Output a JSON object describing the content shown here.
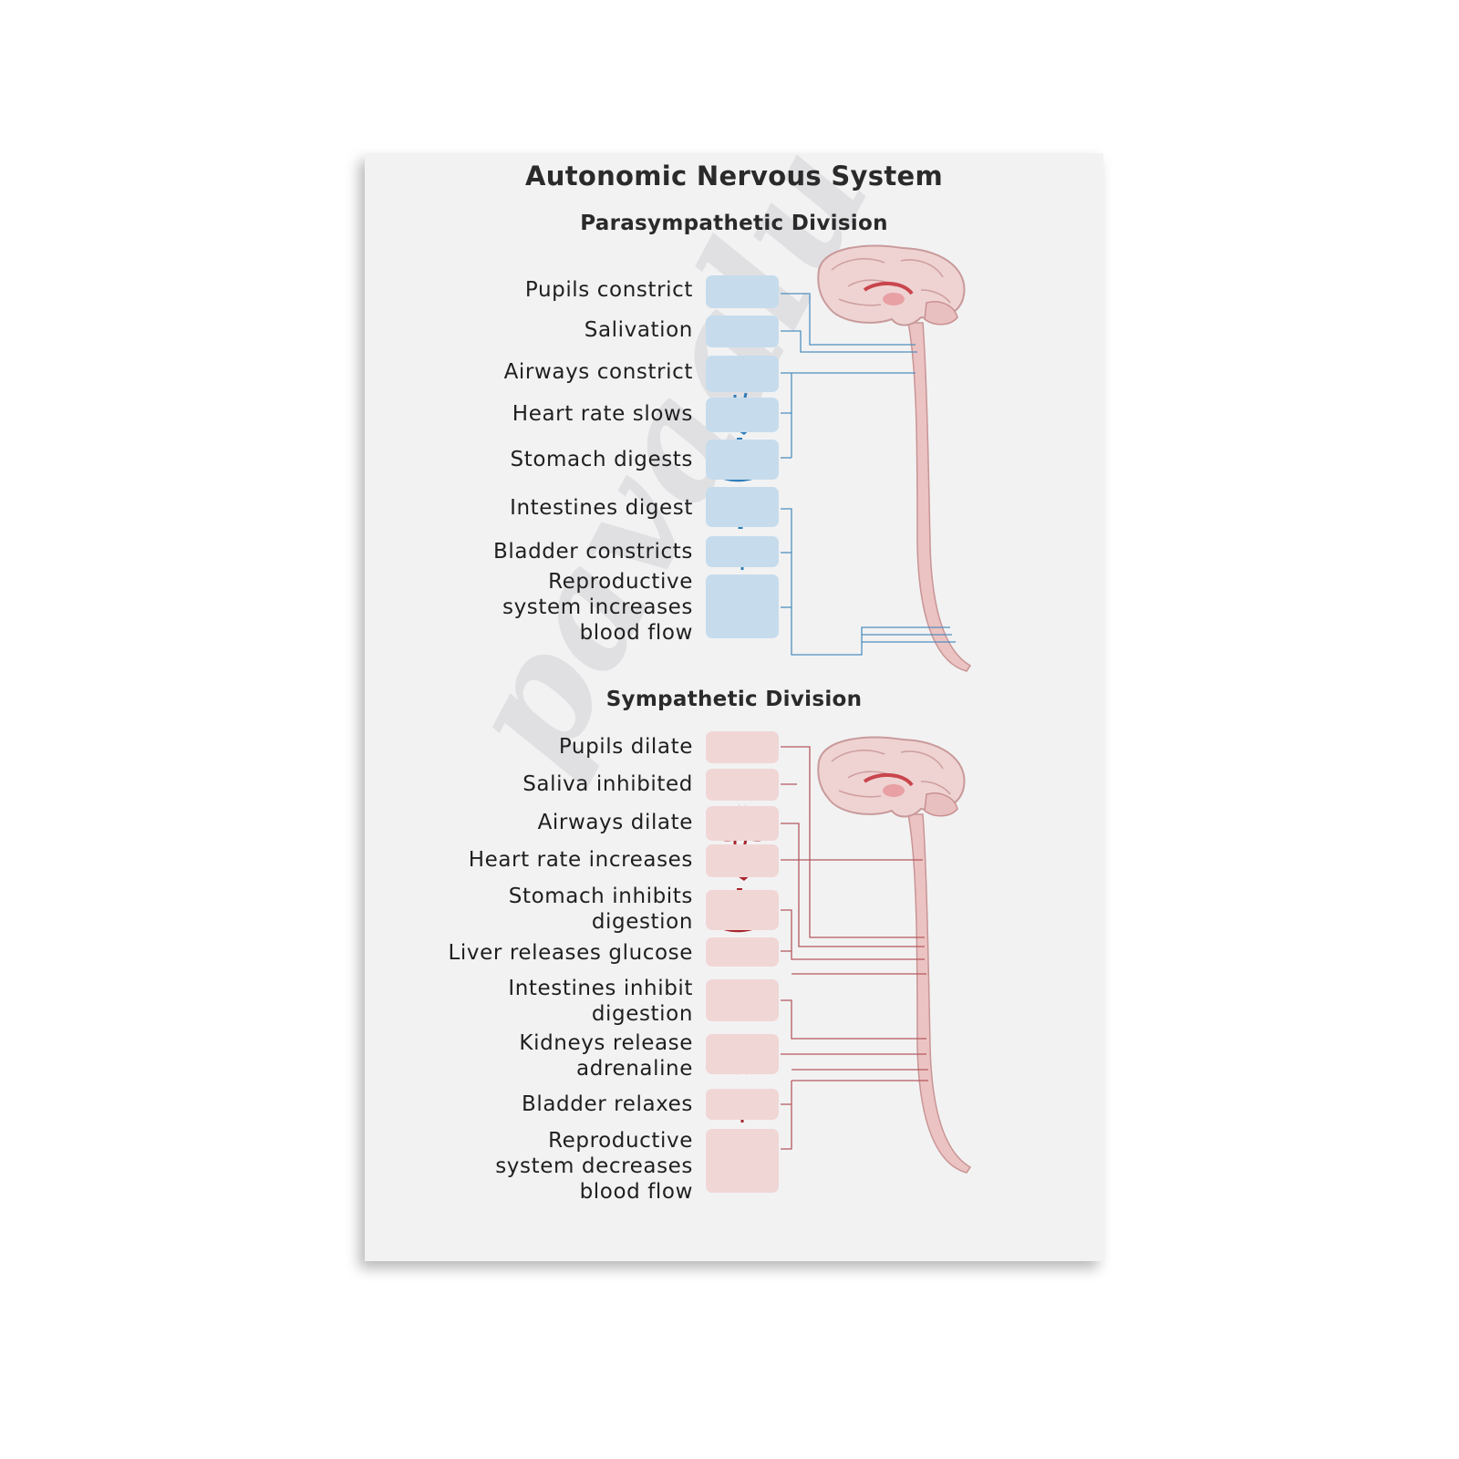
{
  "title": "Autonomic Nervous System",
  "divisions": [
    {
      "heading": "Parasympathetic Division",
      "color": "#2f7db8",
      "items": [
        {
          "label": "Pupils constrict",
          "icon": "eye-icon"
        },
        {
          "label": "Salivation",
          "icon": "lips-icon"
        },
        {
          "label": "Airways constrict",
          "icon": "lungs-icon"
        },
        {
          "label": "Heart rate slows",
          "icon": "heart-icon"
        },
        {
          "label": "Stomach digests",
          "icon": "stomach-icon"
        },
        {
          "label": "Intestines digest",
          "icon": "intestines-icon"
        },
        {
          "label": "Bladder constricts",
          "icon": "bladder-icon"
        },
        {
          "label": "Reproductive\nsystem increases\nblood flow",
          "icon": "reproductive-icon"
        }
      ]
    },
    {
      "heading": "Sympathetic Division",
      "color": "#a8262c",
      "items": [
        {
          "label": "Pupils dilate",
          "icon": "eye-icon"
        },
        {
          "label": "Saliva inhibited",
          "icon": "lips-icon"
        },
        {
          "label": "Airways dilate",
          "icon": "lungs-icon"
        },
        {
          "label": "Heart rate increases",
          "icon": "heart-icon"
        },
        {
          "label": "Stomach inhibits\ndigestion",
          "icon": "stomach-icon"
        },
        {
          "label": "Liver releases glucose",
          "icon": "liver-icon"
        },
        {
          "label": "Intestines inhibit\ndigestion",
          "icon": "intestines-icon"
        },
        {
          "label": "Kidneys release\nadrenaline",
          "icon": "kidneys-icon"
        },
        {
          "label": "Bladder relaxes",
          "icon": "bladder-icon"
        },
        {
          "label": "Reproductive\nsystem decreases\nblood flow",
          "icon": "reproductive-icon"
        }
      ]
    }
  ]
}
